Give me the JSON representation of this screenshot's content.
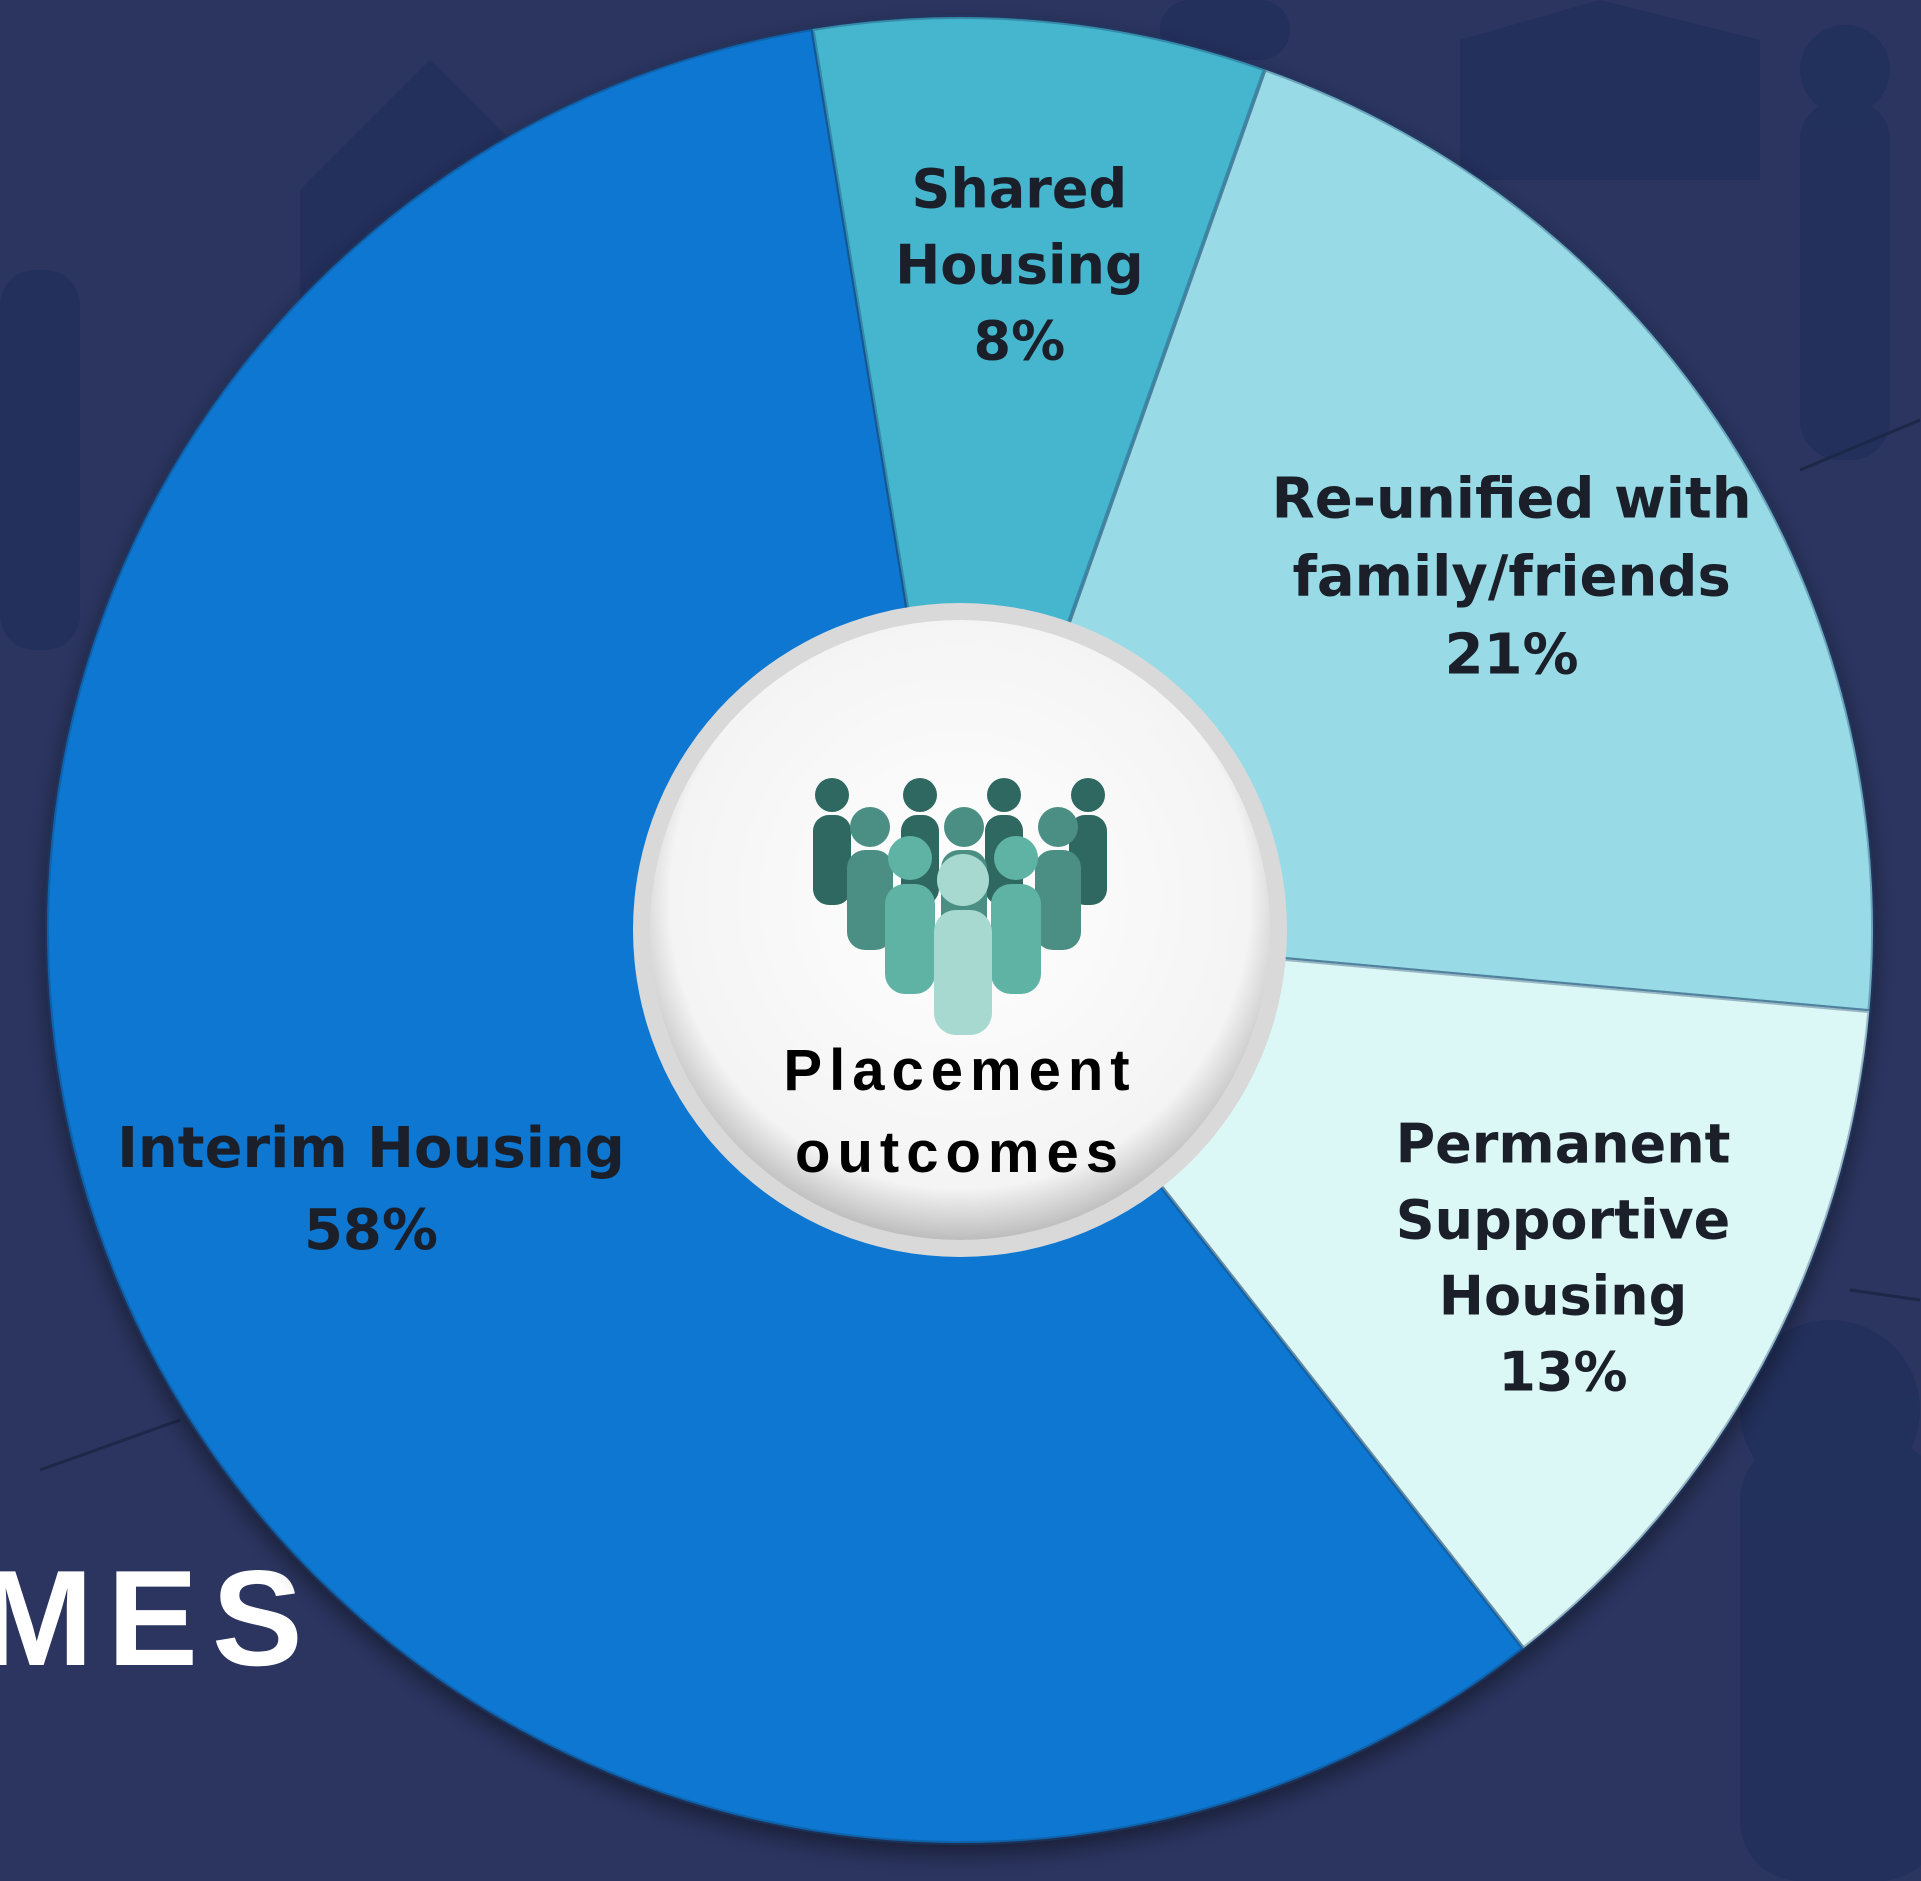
{
  "background": {
    "title_fragment": "MES"
  },
  "center": {
    "line1": "Placement",
    "line2": "outcomes"
  },
  "colors": {
    "background": "#2b3560",
    "interim": "#0a77d1",
    "shared": "#45b6ce",
    "reunified": "#98dbe6",
    "permanent": "#dbf8f6"
  },
  "chart_data": {
    "type": "pie",
    "style": "donut",
    "slices": [
      {
        "label_lines": [
          "Re-unified with",
          "family/friends"
        ],
        "pct": "21%",
        "value": 21,
        "color": "#98dbe6"
      },
      {
        "label_lines": [
          "Permanent",
          "Supportive",
          "Housing"
        ],
        "pct": "13%",
        "value": 13,
        "color": "#dbf8f6"
      },
      {
        "label_lines": [
          "Interim Housing"
        ],
        "pct": "58%",
        "value": 58,
        "color": "#0a77d1"
      },
      {
        "label_lines": [
          "Shared",
          "Housing"
        ],
        "pct": "8%",
        "value": 8,
        "color": "#45b6ce"
      }
    ]
  }
}
